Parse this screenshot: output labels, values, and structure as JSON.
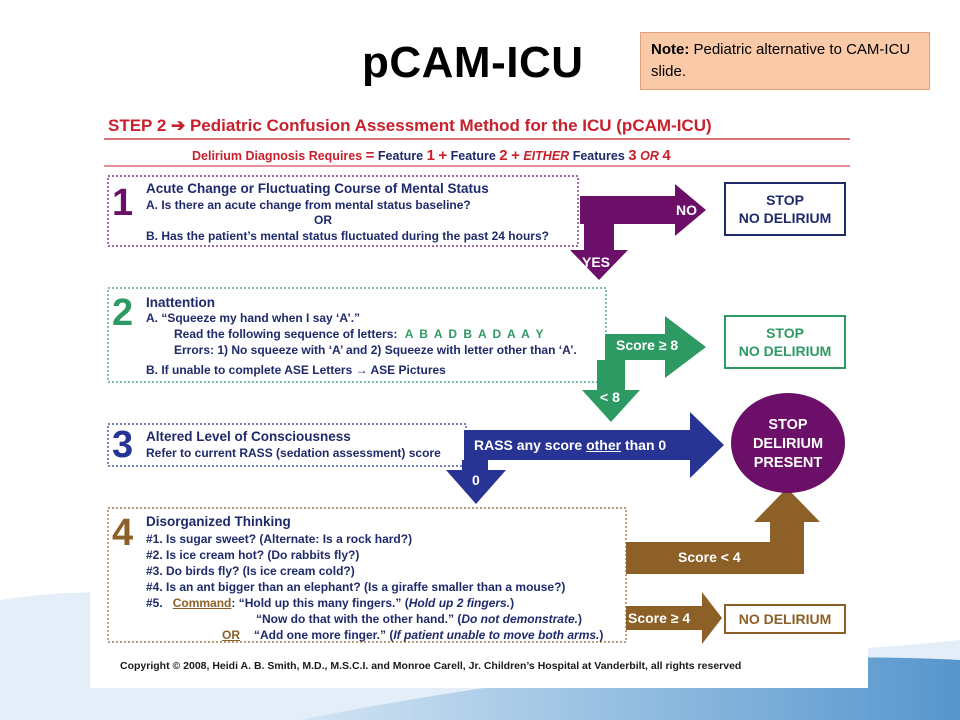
{
  "slide": {
    "title": "pCAM-ICU",
    "note_label": "Note:",
    "note_text": " Pediatric alternative to CAM-ICU slide."
  },
  "flowchart": {
    "step_header": "STEP 2 ➔ Pediatric Confusion Assessment Method for the ICU (pCAM-ICU)",
    "requirement": {
      "prefix": "Delirium Diagnosis Requires",
      "eq": "=",
      "feature": "Feature",
      "n1": "1",
      "plus1": "+",
      "n2": "2",
      "plus2": "+",
      "either": "EITHER",
      "features": "Features",
      "n3": "3",
      "or": "OR",
      "n4": "4"
    },
    "feature1": {
      "number": "1",
      "title": "Acute Change or Fluctuating Course of Mental Status",
      "line_a": "A.  Is there an acute change from mental status baseline?",
      "or": "OR",
      "line_b": "B.  Has the patient’s mental status fluctuated during the past 24 hours?"
    },
    "feature2": {
      "number": "2",
      "title": "Inattention",
      "line_a": "A.  “Squeeze my hand when I say ‘A’.”",
      "line_a2_prefix": "Read the following sequence of letters:",
      "letters": "A B A D B A D A A Y",
      "line_a3": "Errors: 1) No squeeze with ‘A’ and 2) Squeeze with letter other than ‘A’.",
      "line_b": "B.  If unable to complete ASE Letters → ASE Pictures"
    },
    "feature3": {
      "number": "3",
      "title": "Altered Level of Consciousness",
      "line": "Refer to current RASS (sedation assessment) score"
    },
    "feature4": {
      "number": "4",
      "title": "Disorganized Thinking",
      "q1": "#1.   Is sugar sweet? (Alternate: Is a rock hard?)",
      "q2": "#2.   Is ice cream hot? (Do rabbits fly?)",
      "q3": "#3.   Do birds fly? (Is ice cream cold?)",
      "q4": "#4.   Is an ant bigger than an elephant? (Is a giraffe smaller than a mouse?)",
      "q5_prefix": "#5.",
      "q5_command": "Command",
      "q5_text": ":  “Hold up this many fingers.” (",
      "q5_ital": "Hold up 2 fingers.",
      "q5_end": ")",
      "q5b_text": "“Now do that with the other hand.” (",
      "q5b_ital": "Do not demonstrate.",
      "q5b_end": ")",
      "q5c_or": "OR",
      "q5c_text": "“Add one more finger.” (",
      "q5c_ital": "If patient unable to move both arms.",
      "q5c_end": ")"
    },
    "arrows": {
      "no": "NO",
      "yes": "YES",
      "score_ge8": "Score ≥ 8",
      "lt8": "< 8",
      "rass_prefix": "RASS any score ",
      "rass_other": "other",
      "rass_suffix": " than 0",
      "zero": "0",
      "score_lt4": "Score < 4",
      "score_ge4": "Score ≥ 4"
    },
    "outcomes": {
      "stop1_l1": "STOP",
      "stop1_l2": "NO DELIRIUM",
      "stop2_l1": "STOP",
      "stop2_l2": "NO DELIRIUM",
      "present_l1": "STOP",
      "present_l2": "DELIRIUM",
      "present_l3": "PRESENT",
      "no_delirium": "NO DELIRIUM"
    },
    "copyright": "Copyright © 2008, Heidi A. B. Smith, M.D., M.S.C.I. and Monroe Carell, Jr. Children’s Hospital at Vanderbilt, all rights reserved"
  },
  "colors": {
    "purple": "#6b0f68",
    "green": "#2e9a63",
    "navy": "#283494",
    "brown": "#8c6026",
    "red": "#c8202c"
  }
}
